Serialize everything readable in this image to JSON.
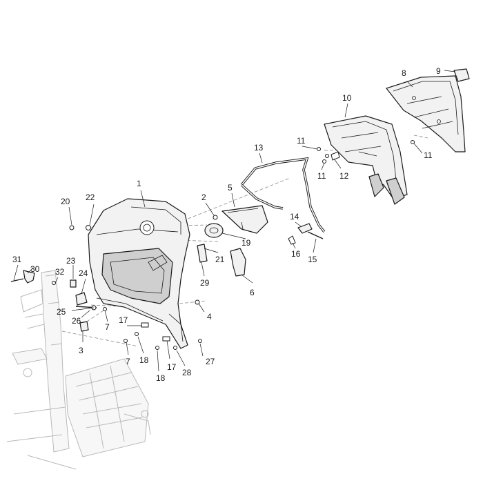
{
  "callouts": {
    "c1": "1",
    "c2": "2",
    "c3": "3",
    "c4": "4",
    "c5": "5",
    "c6": "6",
    "c7a": "7",
    "c7b": "7",
    "c8": "8",
    "c9": "9",
    "c10": "10",
    "c11a": "11",
    "c11b": "11",
    "c11c": "11",
    "c12": "12",
    "c13": "13",
    "c14": "14",
    "c15": "15",
    "c16": "16",
    "c17a": "17",
    "c17b": "17",
    "c18a": "18",
    "c18b": "18",
    "c19": "19",
    "c20": "20",
    "c21": "21",
    "c22": "22",
    "c23": "23",
    "c24": "24",
    "c25": "25",
    "c26": "26",
    "c27": "27",
    "c28": "28",
    "c29": "29",
    "c30": "30",
    "c31": "31",
    "c32": "32"
  }
}
